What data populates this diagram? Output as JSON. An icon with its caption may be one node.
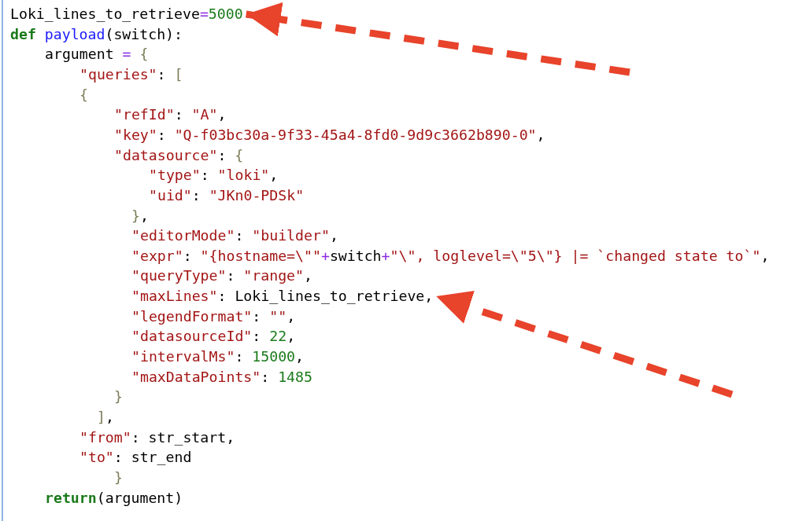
{
  "diagram": {
    "nodes": [
      {
        "text": [
          "Loki_lines_to_retrieve=5000"
        ]
      },
      {
        "text": [
          "\"maxLines\": Loki_lines_to_retrieve,"
        ]
      }
    ],
    "edges": [
      {
        "from": null,
        "to": 0,
        "arrow": "to",
        "style": "dashed"
      },
      {
        "from": null,
        "to": 1,
        "arrow": "to",
        "style": "dashed"
      }
    ],
    "labels": [
      "def payload(switch):",
      "argument = {",
      "\"queries\": [",
      "{",
      "\"refId\": \"A\",",
      "\"key\": \"Q-f03bc30a-9f33-45a4-8fd0-9d9c3662b890-0\",",
      "\"datasource\": {",
      "\"type\": \"loki\",",
      "\"uid\": \"JKn0-PDSk\"",
      "},",
      "\"editorMode\": \"builder\",",
      "\"expr\": \"{hostname=\\\"\"+switch+\"\\\", loglevel=\\\"5\\\"} |= `changed state to`\",",
      "\"queryType\": \"range\",",
      "\"legendFormat\": \"\",",
      "\"datasourceId\": 22,",
      "\"intervalMs\": 15000,",
      "\"maxDataPoints\": 1485",
      "}",
      "],",
      "\"from\": str_start,",
      "\"to\": str_end",
      "}",
      "return(argument)"
    ]
  }
}
